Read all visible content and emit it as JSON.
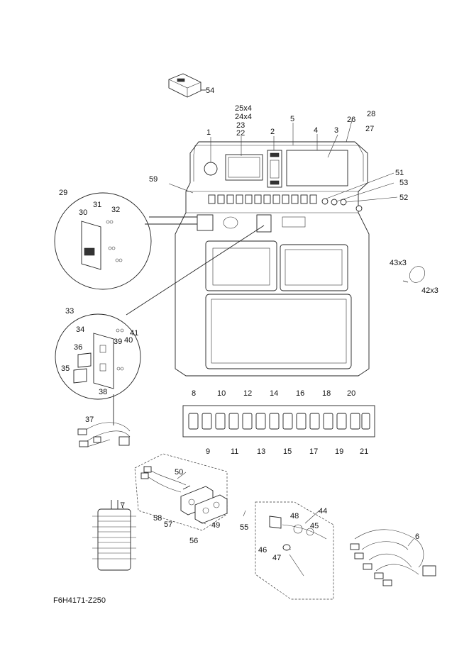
{
  "diagram": {
    "code": "F6H4171-Z250",
    "labels": {
      "l1": "1",
      "l2": "2",
      "l3": "3",
      "l4": "4",
      "l5": "5",
      "l6": "6",
      "l7": "7",
      "l8": "8",
      "l9": "9",
      "l10": "10",
      "l11": "11",
      "l12": "12",
      "l13": "13",
      "l14": "14",
      "l15": "15",
      "l16": "16",
      "l17": "17",
      "l18": "18",
      "l19": "19",
      "l20": "20",
      "l21": "21",
      "l22": "22",
      "l23": "23",
      "l24x4": "24x4",
      "l25x4": "25x4",
      "l26": "26",
      "l27": "27",
      "l28": "28",
      "l29": "29",
      "l30": "30",
      "l31": "31",
      "l32": "32",
      "l33": "33",
      "l34": "34",
      "l35": "35",
      "l36": "36",
      "l37": "37",
      "l38": "38",
      "l39": "39",
      "l40": "40",
      "l41": "41",
      "l42x3": "42x3",
      "l43x3": "43x3",
      "l44": "44",
      "l45": "45",
      "l46": "46",
      "l47": "47",
      "l48": "48",
      "l49": "49",
      "l50": "50",
      "l51": "51",
      "l52": "52",
      "l53": "53",
      "l54": "54",
      "l55": "55",
      "l56": "56",
      "l57": "57",
      "l58": "58",
      "l59": "59"
    }
  }
}
